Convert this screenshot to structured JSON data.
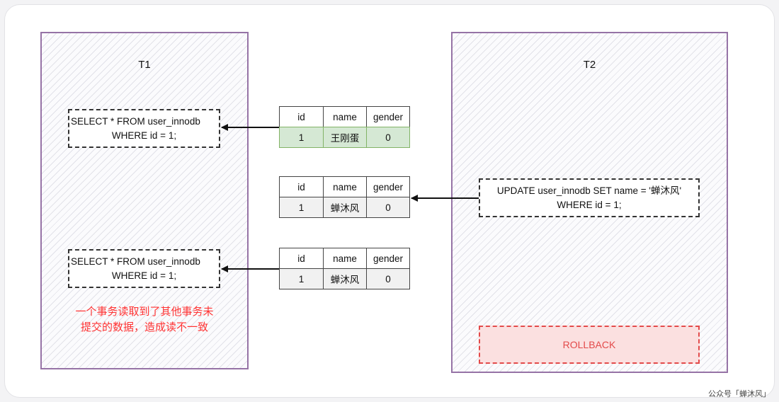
{
  "t1": {
    "title": "T1",
    "query1": {
      "line1": "SELECT * FROM user_innodb",
      "line2": "WHERE id = 1;"
    },
    "query2": {
      "line1": "SELECT * FROM user_innodb",
      "line2": "WHERE id = 1;"
    },
    "note": {
      "line1": "一个事务读取到了其他事务未",
      "line2": "提交的数据，造成读不一致"
    }
  },
  "t2": {
    "title": "T2",
    "update": {
      "line1": "UPDATE user_innodb SET name = '蝉沐风'",
      "line2": "WHERE id = 1;"
    },
    "rollback": "ROLLBACK"
  },
  "tables": [
    {
      "headers": [
        "id",
        "name",
        "gender"
      ],
      "row": [
        "1",
        "王刚蛋",
        "0"
      ],
      "highlight": "#d5e8d4"
    },
    {
      "headers": [
        "id",
        "name",
        "gender"
      ],
      "row": [
        "1",
        "蝉沐风",
        "0"
      ]
    },
    {
      "headers": [
        "id",
        "name",
        "gender"
      ],
      "row": [
        "1",
        "蝉沐风",
        "0"
      ]
    }
  ],
  "colors": {
    "transaction_border": "#9673a6",
    "note": "#ff3333",
    "rollback": "#e34a4a"
  },
  "watermark": "公众号「蝉沐风」"
}
